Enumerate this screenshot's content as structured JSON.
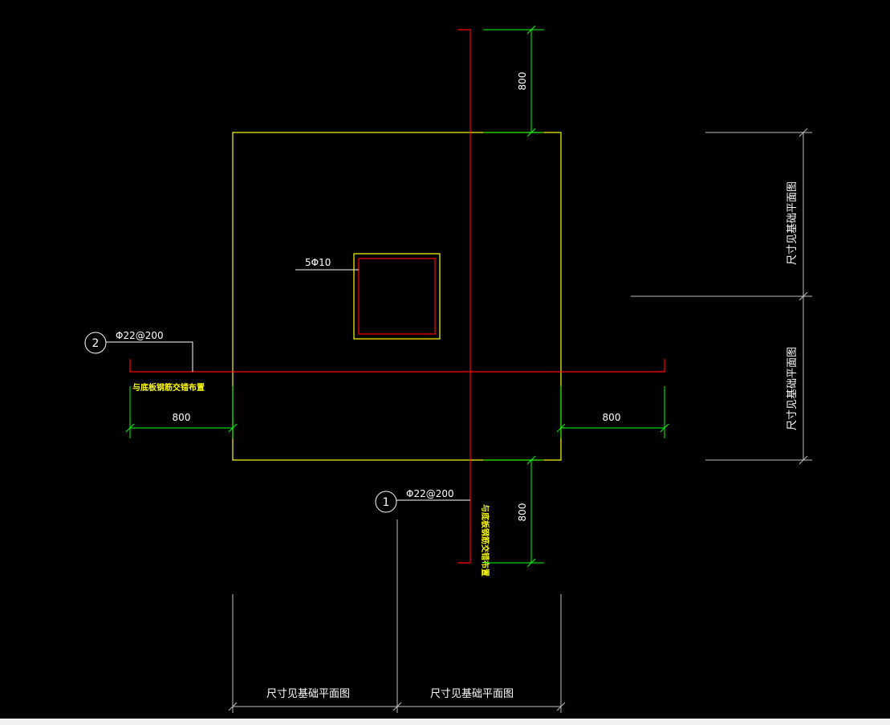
{
  "colors": {
    "background": "#000000",
    "frame": "#f0f0f0",
    "outline": "#ffff00",
    "rebar": "#ff0000",
    "dimension": "#00ff00",
    "annotation": "#ffffff",
    "extension": "#c0c0c0",
    "note": "#ffff00"
  },
  "labels": {
    "column_rebar": "5Φ10",
    "rebar_1": "Φ22@200",
    "rebar_2": "Φ22@200",
    "marker_1": "1",
    "marker_2": "2",
    "note_x": "与底板钢筋交错布置",
    "note_y": "与底板钢筋交错布置",
    "dim_top": "800",
    "dim_left": "800",
    "dim_right": "800",
    "dim_bottom": "800",
    "size_right_upper": "尺寸见基础平面图",
    "size_right_lower": "尺寸见基础平面图",
    "size_bottom_left": "尺寸见基础平面图",
    "size_bottom_right": "尺寸见基础平面图"
  }
}
